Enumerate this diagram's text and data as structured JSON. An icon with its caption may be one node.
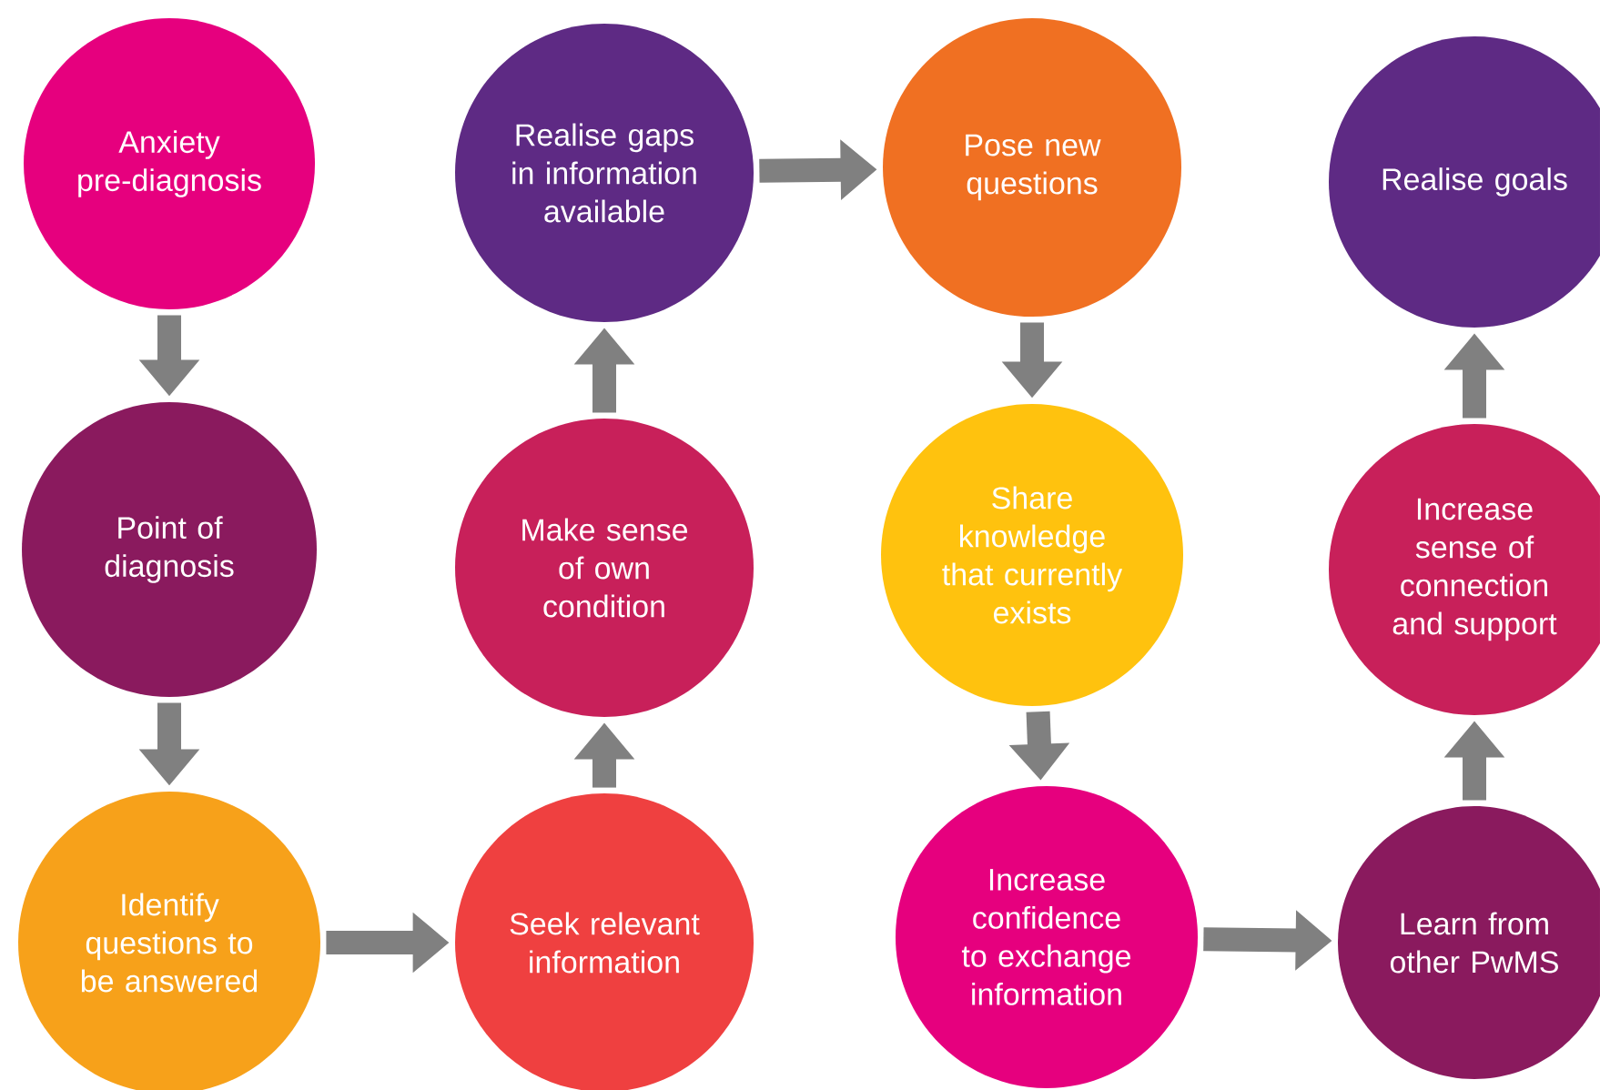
{
  "diagram": {
    "nodes": [
      {
        "text": [
          "Anxiety pre-diagnosis"
        ]
      },
      {
        "text": [
          "Point of diagnosis"
        ]
      },
      {
        "text": [
          "Identify questions to be answered"
        ]
      },
      {
        "text": [
          "Seek relevant information"
        ]
      },
      {
        "text": [
          "Make sense of own condition"
        ]
      },
      {
        "text": [
          "Realise gaps in information available"
        ]
      },
      {
        "text": [
          "Pose new questions"
        ]
      },
      {
        "text": [
          "Share knowledge that currently exists"
        ]
      },
      {
        "text": [
          "Increase confidence to exchange information"
        ]
      },
      {
        "text": [
          "Learn from other PwMS"
        ]
      },
      {
        "text": [
          "Increase sense of connection and support"
        ]
      },
      {
        "text": [
          "Realise goals"
        ]
      }
    ],
    "edges": [
      {
        "from": 0,
        "to": 1,
        "arrow": "to"
      },
      {
        "from": 1,
        "to": 2,
        "arrow": "to"
      },
      {
        "from": 2,
        "to": 3,
        "arrow": "to"
      },
      {
        "from": 3,
        "to": 4,
        "arrow": "to"
      },
      {
        "from": 4,
        "to": 5,
        "arrow": "to"
      },
      {
        "from": 5,
        "to": 6,
        "arrow": "to"
      },
      {
        "from": 6,
        "to": 7,
        "arrow": "to"
      },
      {
        "from": 7,
        "to": 8,
        "arrow": "to"
      },
      {
        "from": 8,
        "to": 9,
        "arrow": "to"
      },
      {
        "from": 9,
        "to": 10,
        "arrow": "to"
      },
      {
        "from": 10,
        "to": 11,
        "arrow": "to"
      }
    ]
  }
}
